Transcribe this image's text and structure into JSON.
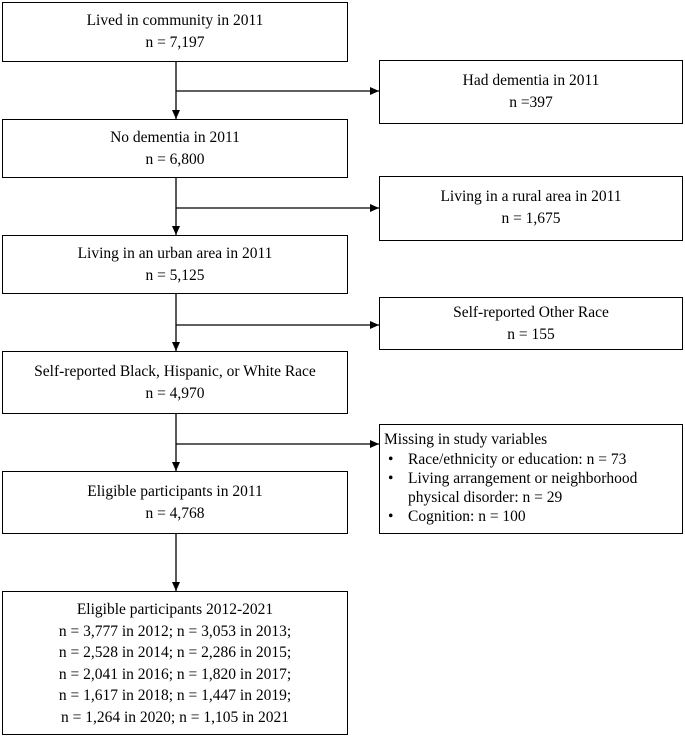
{
  "main_boxes": [
    {
      "line1": "Lived in community in 2011",
      "line2": "n = 7,197"
    },
    {
      "line1": "No dementia in 2011",
      "line2": "n = 6,800"
    },
    {
      "line1": "Living in an urban area in 2011",
      "line2": "n = 5,125"
    },
    {
      "line1": "Self-reported Black, Hispanic, or White Race",
      "line2": "n = 4,970"
    },
    {
      "line1": "Eligible participants in 2011",
      "line2": "n = 4,768"
    }
  ],
  "exclusion_boxes": [
    {
      "line1": "Had dementia in 2011",
      "line2": "n =397"
    },
    {
      "line1": "Living in a rural area in 2011",
      "line2": "n = 1,675"
    },
    {
      "line1": "Self-reported Other Race",
      "line2": "n = 155"
    }
  ],
  "missing_box": {
    "title": "Missing in study variables",
    "items": [
      {
        "line1": "Race/ethnicity or education: n = 73",
        "line2": ""
      },
      {
        "line1": "Living arrangement or neighborhood",
        "line2": "physical disorder: n = 29"
      },
      {
        "line1": "Cognition: n = 100",
        "line2": ""
      }
    ]
  },
  "final_box": {
    "title": "Eligible participants 2012-2021",
    "lines": [
      "n = 3,777 in 2012; n = 3,053 in 2013;",
      "n = 2,528 in 2014; n = 2,286 in 2015;",
      "n = 2,041 in 2016; n = 1,820 in 2017;",
      "n = 1,617 in 2018; n = 1,447 in 2019;",
      "n = 1,264 in 2020; n = 1,105 in 2021"
    ]
  }
}
